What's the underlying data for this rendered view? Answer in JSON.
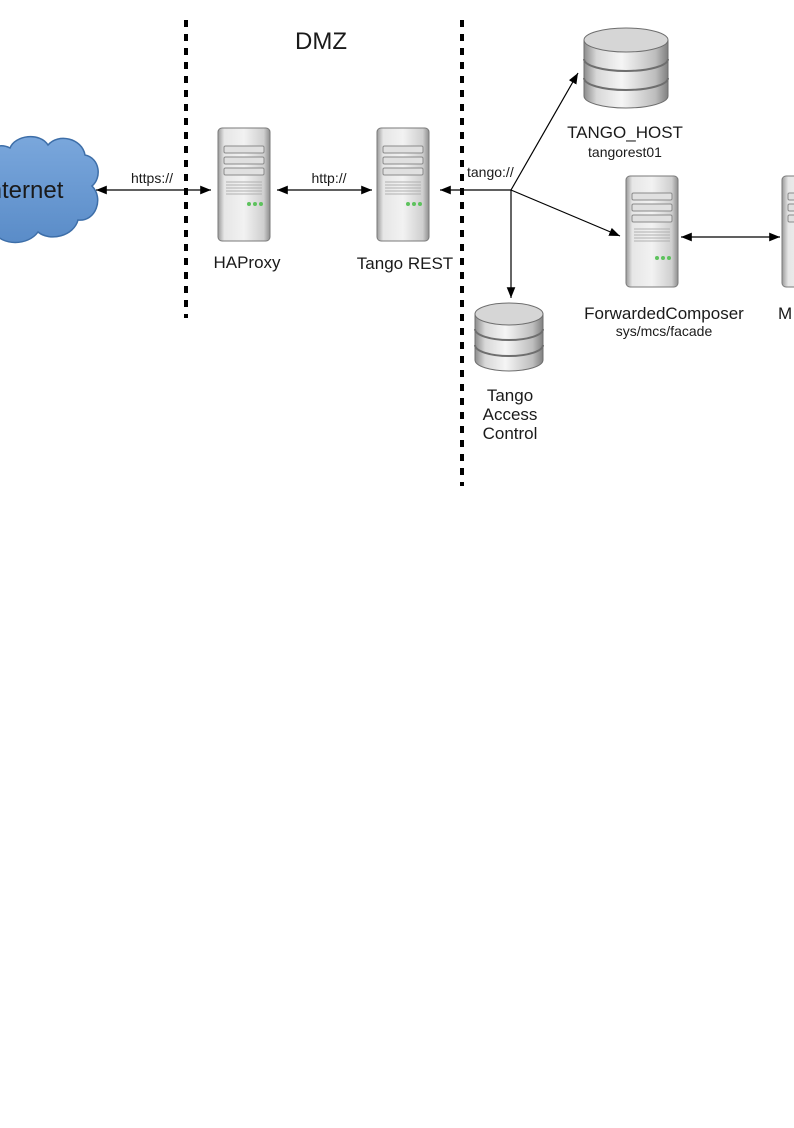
{
  "zones": {
    "dmz_label": "DMZ"
  },
  "nodes": {
    "internet": {
      "label": "Internet",
      "icon": "cloud-icon",
      "fill": "#6c9bd2"
    },
    "haproxy": {
      "label": "HAProxy",
      "icon": "server-icon"
    },
    "tango_rest": {
      "label": "Tango REST",
      "icon": "server-icon"
    },
    "tango_host": {
      "label": "TANGO_HOST",
      "sublabel": "tangorest01",
      "icon": "database-icon"
    },
    "forwarded_composer": {
      "label": "ForwardedComposer",
      "sublabel": "sys/mcs/facade",
      "icon": "server-icon"
    },
    "access_control": {
      "lines": [
        "Tango",
        "Access",
        "Control"
      ],
      "icon": "database-icon"
    },
    "partial_right": {
      "label": "M",
      "icon": "server-icon"
    }
  },
  "edges": {
    "https": "https://",
    "http": "http://",
    "tango": "tango://"
  },
  "colors": {
    "cloud_fill": "#6c9bd2",
    "cloud_stroke": "#3d6ea8",
    "server_body": "#d9d9d9",
    "led": "#5dc25d",
    "line": "#000000"
  }
}
